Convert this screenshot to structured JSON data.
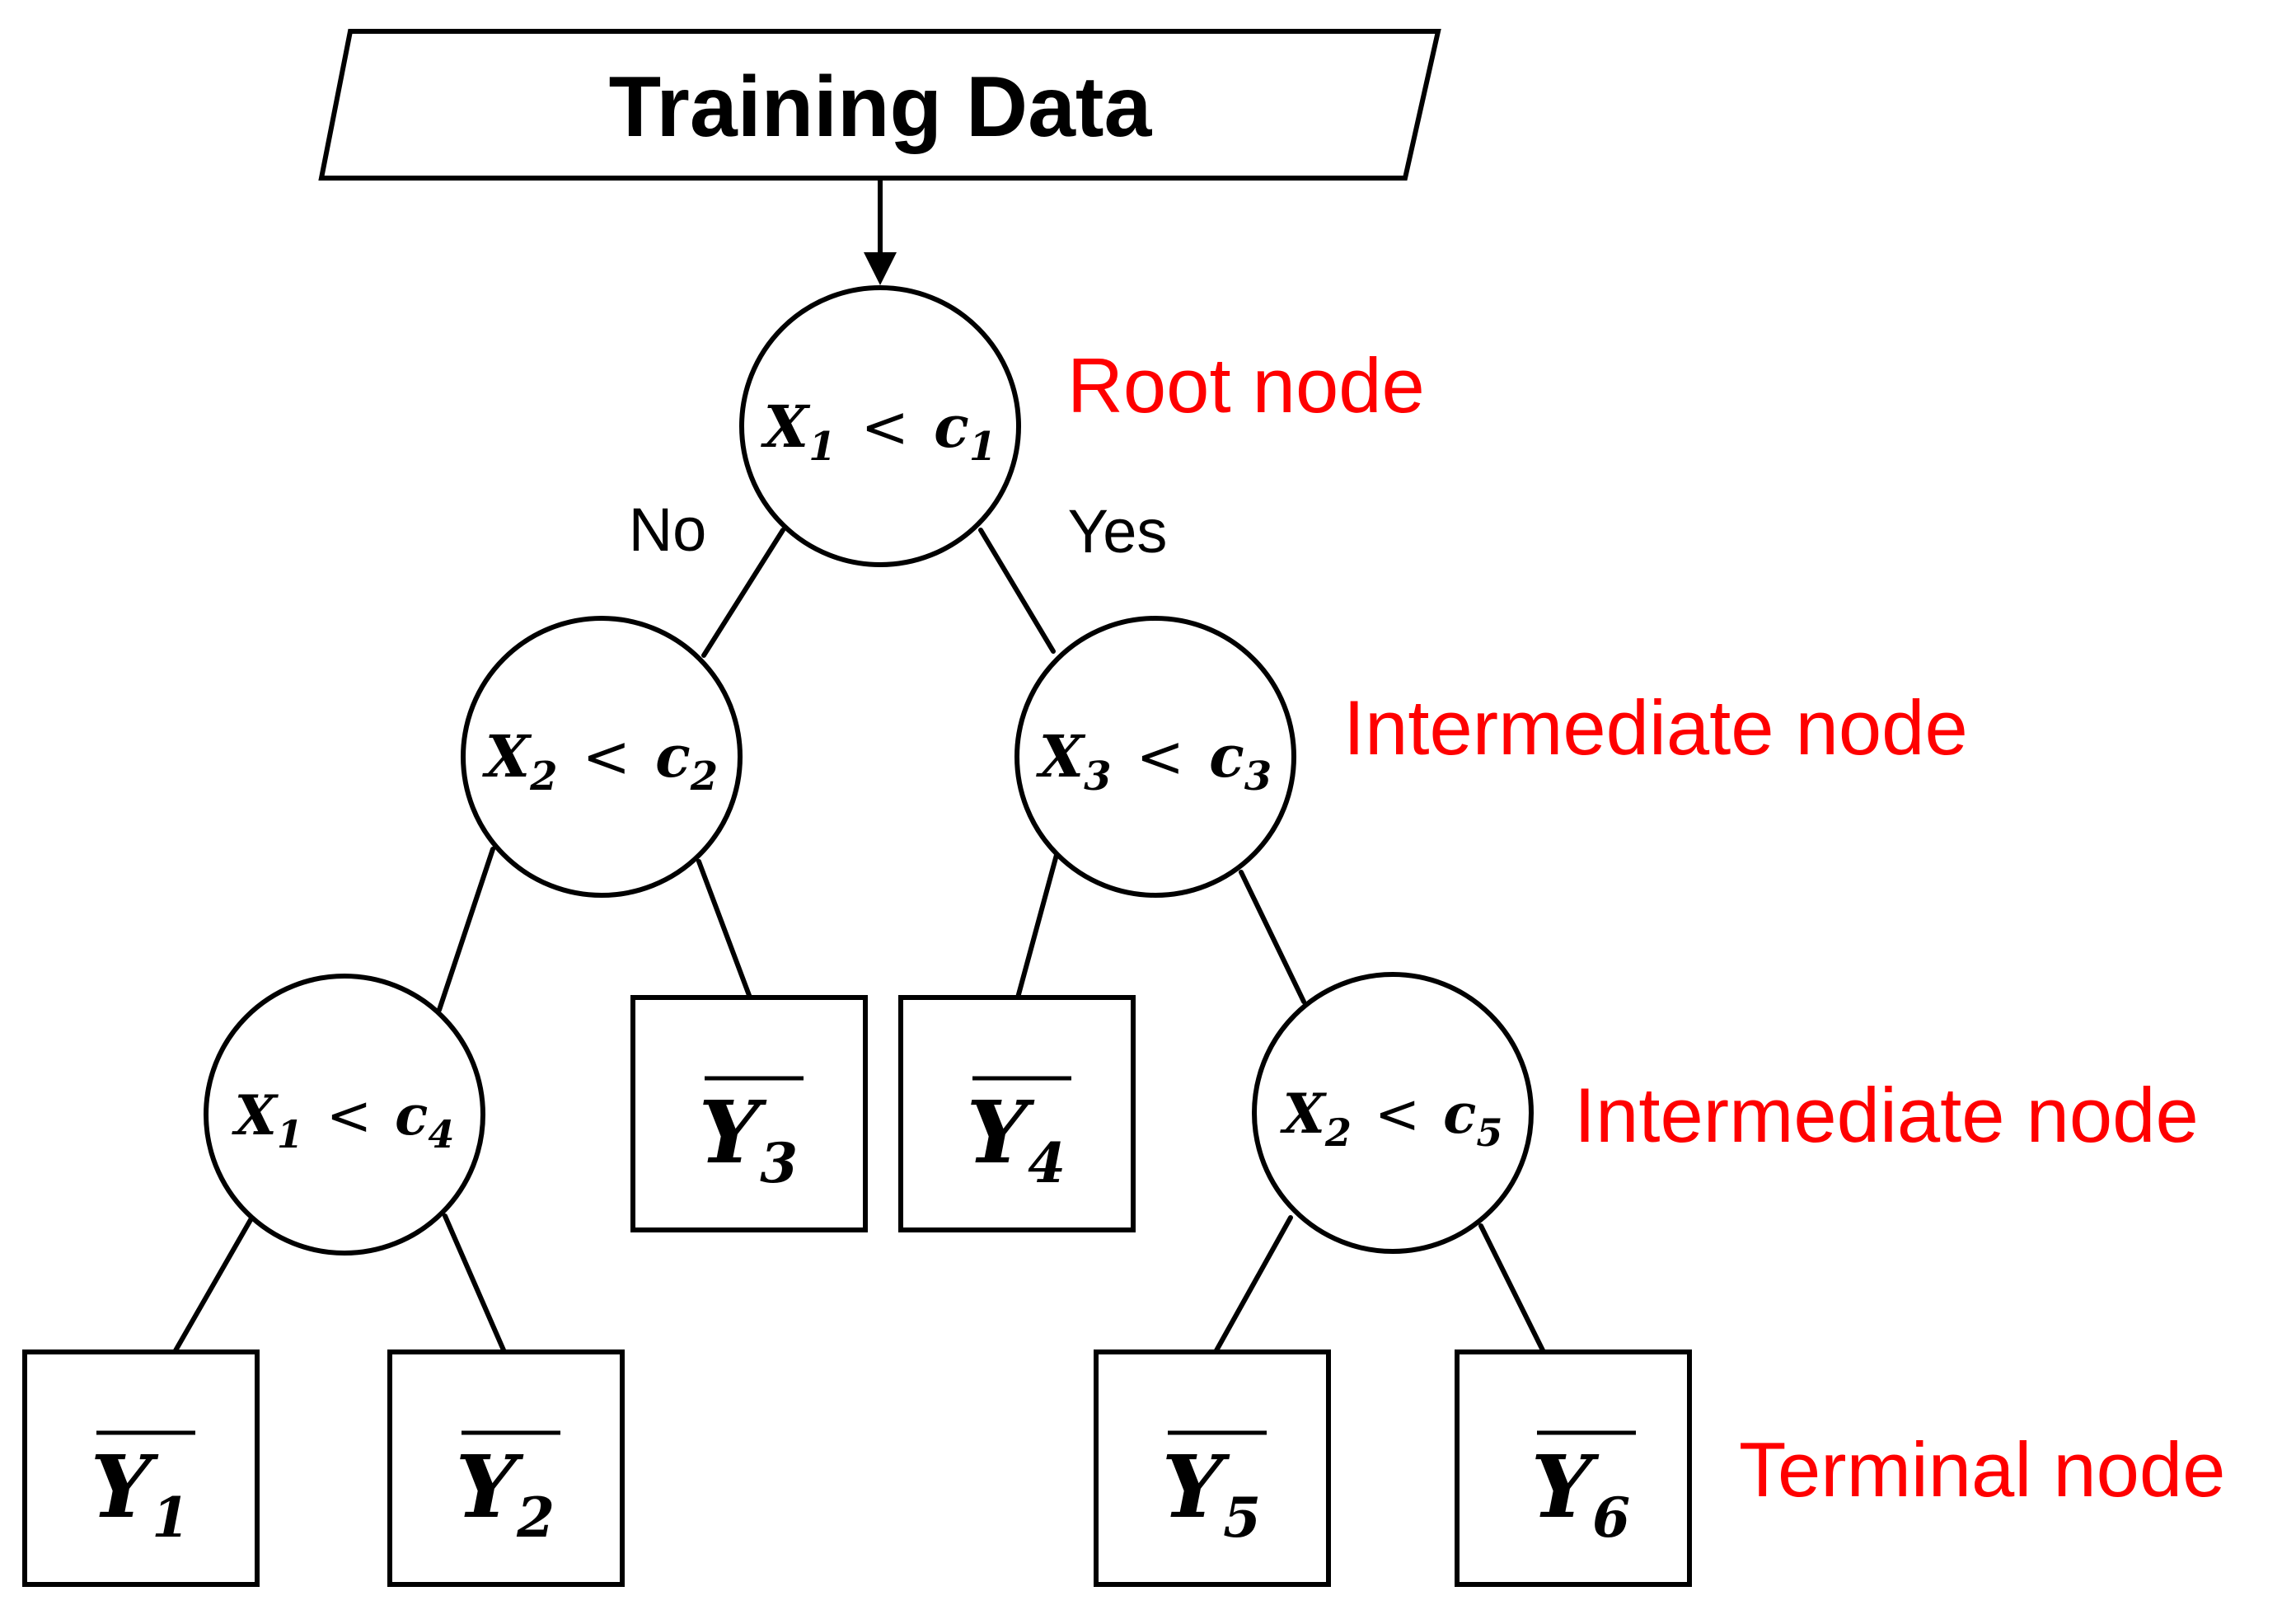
{
  "input_box": {
    "label": "Training Data"
  },
  "decision_nodes": [
    {
      "id": "root",
      "var": "X",
      "var_sub": "1",
      "op": "<",
      "thr": "c",
      "thr_sub": "1"
    },
    {
      "id": "left",
      "var": "X",
      "var_sub": "2",
      "op": "<",
      "thr": "c",
      "thr_sub": "2"
    },
    {
      "id": "right",
      "var": "X",
      "var_sub": "3",
      "op": "<",
      "thr": "c",
      "thr_sub": "3"
    },
    {
      "id": "ll",
      "var": "X",
      "var_sub": "1",
      "op": "<",
      "thr": "c",
      "thr_sub": "4"
    },
    {
      "id": "rr",
      "var": "X",
      "var_sub": "2",
      "op": "<",
      "thr": "c",
      "thr_sub": "5"
    }
  ],
  "terminal_nodes": [
    {
      "id": "y1",
      "sym": "Y",
      "sub": "1"
    },
    {
      "id": "y2",
      "sym": "Y",
      "sub": "2"
    },
    {
      "id": "y3",
      "sym": "Y",
      "sub": "3"
    },
    {
      "id": "y4",
      "sym": "Y",
      "sub": "4"
    },
    {
      "id": "y5",
      "sym": "Y",
      "sub": "5"
    },
    {
      "id": "y6",
      "sym": "Y",
      "sub": "6"
    }
  ],
  "branch_labels": {
    "no": "No",
    "yes": "Yes"
  },
  "level_labels": {
    "root": "Root node",
    "intermediate_1": "Intermediate node",
    "intermediate_2": "Intermediate node",
    "terminal": "Terminal node"
  },
  "colors": {
    "label": "#ff0000",
    "stroke": "#000000",
    "text": "#000000",
    "background": "#ffffff"
  }
}
